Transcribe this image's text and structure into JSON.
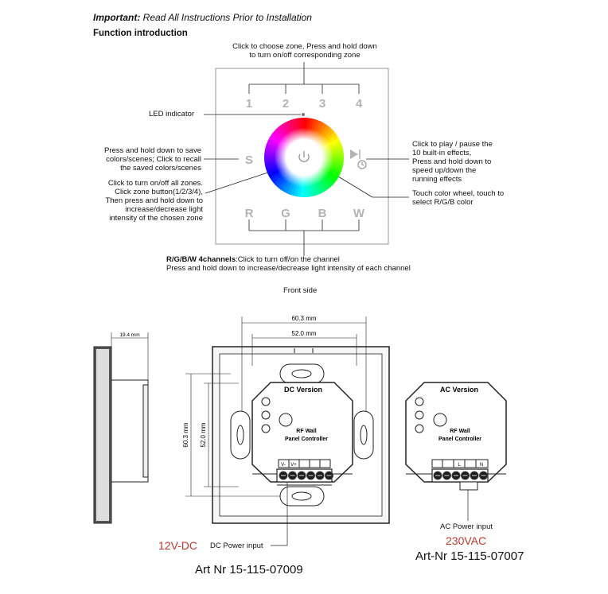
{
  "header": {
    "important_label": "Important:",
    "important_text": " Read All Instructions Prior to Installation",
    "function_intro": "Function introduction"
  },
  "front": {
    "zone_buttons": [
      "1",
      "2",
      "3",
      "4"
    ],
    "channel_buttons": [
      "R",
      "G",
      "B",
      "W"
    ],
    "scene_button": "S",
    "icons": {
      "power": "power-icon",
      "play_pause": "play-pause-icon",
      "timer": "timer-icon",
      "color_wheel": "color-wheel-icon"
    },
    "annotations": {
      "zone_line1": "Click to choose zone, Press and hold down",
      "zone_line2": "to turn on/off corresponding zone",
      "led": "LED indicator",
      "scene_line1": "Press and hold down to save",
      "scene_line2": "colors/scenes; Click to recall",
      "scene_line3": "the saved colors/scenes",
      "power_line1": "Click to turn on/off all zones.",
      "power_line2": "Click zone button(1/2/3/4),",
      "power_line3": "Then press and hold down to",
      "power_line4": "increase/decrease light",
      "power_line5": "intensity of the chosen zone",
      "play_line1": "Click to play / pause the",
      "play_line2": "10 built-in effects,",
      "play_line3": "Press and hold down to",
      "play_line4": "speed up/down the",
      "play_line5": "running effects",
      "wheel_line1": "Touch color wheel, touch to",
      "wheel_line2": "select R/G/B color",
      "rgbw_bold": "R/G/B/W 4channels",
      "rgbw_line1": ":Click to turn off/on the channel",
      "rgbw_line2": "Press and hold down to increase/decrease light intensity of each channel",
      "front_side": "Front side"
    }
  },
  "dimensions": {
    "depth": "19.4 mm",
    "width_outer": "60.3 mm",
    "width_inner": "52.0 mm",
    "height_outer": "60.3 mm",
    "height_inner": "52.0 mm"
  },
  "dc": {
    "title": "DC Version",
    "label1": "RF Wall",
    "label2": "Panel Controller",
    "terminals": [
      "V-",
      "V+"
    ],
    "voltage": "12V-DC",
    "power_input": "DC Power input",
    "art": "Art Nr 15-115-07009"
  },
  "ac": {
    "title": "AC Version",
    "label1": "RF Wall",
    "label2": "Panel Controller",
    "terminals": [
      "L",
      "N"
    ],
    "voltage": "230VAC",
    "power_input": "AC Power input",
    "art": "Art-Nr 15-115-07007"
  }
}
